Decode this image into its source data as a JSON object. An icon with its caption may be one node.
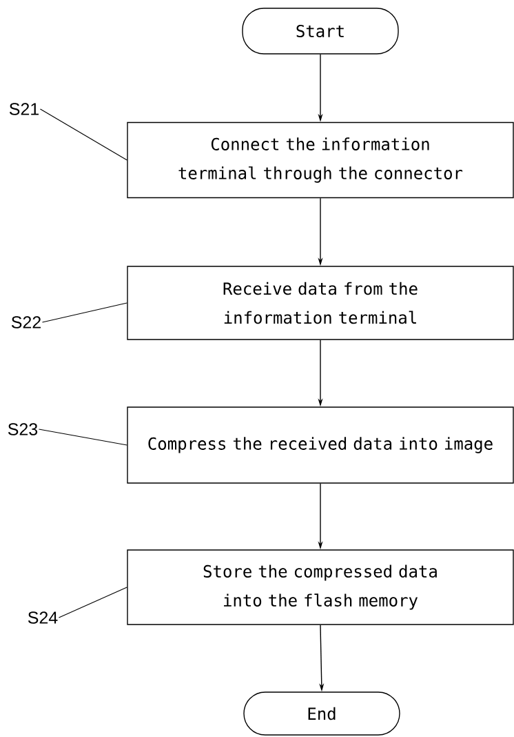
{
  "diagram": {
    "nodes": [
      {
        "text": [
          "Start"
        ]
      },
      {
        "text": [
          "Connect the information terminal through the connector"
        ]
      },
      {
        "text": [
          "Receive data from the information terminal"
        ]
      },
      {
        "text": [
          "Compress the received data into image"
        ]
      },
      {
        "text": [
          "Store the compressed data into the flash memory"
        ]
      },
      {
        "text": [
          "End"
        ]
      },
      {
        "text": [
          "S21"
        ]
      },
      {
        "text": [
          "S22"
        ]
      },
      {
        "text": [
          "S23"
        ]
      },
      {
        "text": [
          "S24"
        ]
      }
    ],
    "edges": [
      {
        "from": 0,
        "to": 1,
        "arrow": "to"
      },
      {
        "from": 1,
        "to": 2,
        "arrow": "to"
      },
      {
        "from": 2,
        "to": 3,
        "arrow": "to"
      },
      {
        "from": 3,
        "to": 4,
        "arrow": "to"
      },
      {
        "from": 4,
        "to": 5,
        "arrow": "to"
      },
      {
        "from": 6,
        "to": 1,
        "arrow": "none"
      },
      {
        "from": 7,
        "to": 2,
        "arrow": "none"
      },
      {
        "from": 8,
        "to": 3,
        "arrow": "none"
      },
      {
        "from": 9,
        "to": 4,
        "arrow": "none"
      }
    ]
  }
}
